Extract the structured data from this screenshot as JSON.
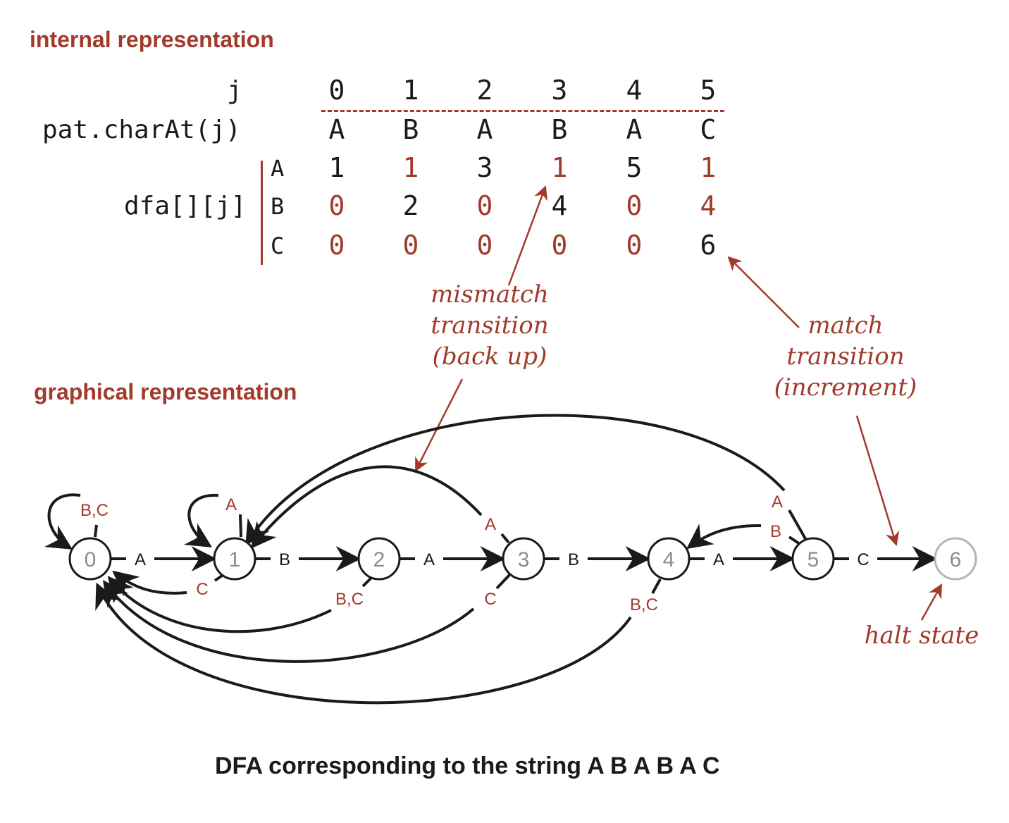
{
  "headings": {
    "internal": "internal representation",
    "graphical": "graphical representation"
  },
  "table": {
    "j_label": "j",
    "pat_label": "pat.charAt(j)",
    "dfa_label": "dfa[][j]",
    "columns": [
      "0",
      "1",
      "2",
      "3",
      "4",
      "5"
    ],
    "pattern": [
      "A",
      "B",
      "A",
      "B",
      "A",
      "C"
    ],
    "row_labels": [
      "A",
      "B",
      "C"
    ],
    "rows": [
      {
        "char": "A",
        "values": [
          "1",
          "1",
          "3",
          "1",
          "5",
          "1"
        ],
        "match": [
          true,
          false,
          true,
          false,
          true,
          false
        ]
      },
      {
        "char": "B",
        "values": [
          "0",
          "2",
          "0",
          "4",
          "0",
          "4"
        ],
        "match": [
          false,
          true,
          false,
          true,
          false,
          false
        ]
      },
      {
        "char": "C",
        "values": [
          "0",
          "0",
          "0",
          "0",
          "0",
          "6"
        ],
        "match": [
          false,
          false,
          false,
          false,
          false,
          true
        ]
      }
    ]
  },
  "annotations": {
    "mismatch": [
      "mismatch",
      "transition",
      "(back up)"
    ],
    "match": [
      "match",
      "transition",
      "(increment)"
    ],
    "halt": "halt state"
  },
  "graph": {
    "states": [
      "0",
      "1",
      "2",
      "3",
      "4",
      "5",
      "6"
    ],
    "halt_state": "6",
    "match_edges": [
      {
        "from": "0",
        "to": "1",
        "label": "A"
      },
      {
        "from": "1",
        "to": "2",
        "label": "B"
      },
      {
        "from": "2",
        "to": "3",
        "label": "A"
      },
      {
        "from": "3",
        "to": "4",
        "label": "B"
      },
      {
        "from": "4",
        "to": "5",
        "label": "A"
      },
      {
        "from": "5",
        "to": "6",
        "label": "C"
      }
    ],
    "mismatch_edges": [
      {
        "from": "0",
        "to": "0",
        "label": "B,C"
      },
      {
        "from": "1",
        "to": "1",
        "label": "A"
      },
      {
        "from": "1",
        "to": "0",
        "label": "C"
      },
      {
        "from": "2",
        "to": "0",
        "label": "B,C"
      },
      {
        "from": "3",
        "to": "1",
        "label": "A"
      },
      {
        "from": "3",
        "to": "0",
        "label": "C"
      },
      {
        "from": "4",
        "to": "0",
        "label": "B,C"
      },
      {
        "from": "5",
        "to": "1",
        "label": "A"
      },
      {
        "from": "5",
        "to": "4",
        "label": "B"
      }
    ]
  },
  "caption": "DFA corresponding to the string A  B  A  B  A  C",
  "colors": {
    "accent": "#a23a2c",
    "ink": "#1a1a1a",
    "state_text": "#8c8c8c",
    "halt_circle": "#b5b5b5"
  }
}
